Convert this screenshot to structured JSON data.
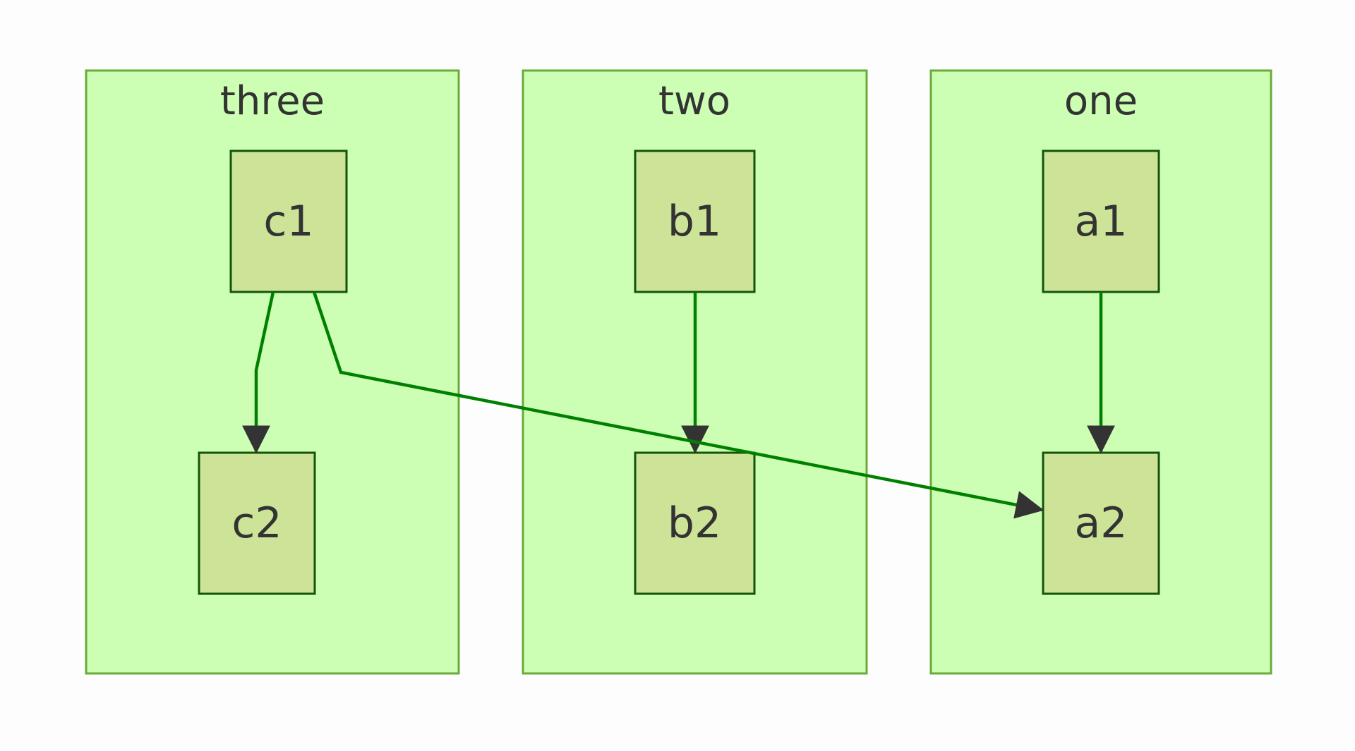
{
  "diagram": {
    "type": "flowchart",
    "direction": "top-to-bottom",
    "colors": {
      "background": "#fdfdfd",
      "subgraph_fill": "#ccffb3",
      "subgraph_border": "#6aaa3a",
      "node_fill": "#cde498",
      "node_border": "#13540c",
      "edge": "#008000",
      "arrowhead": "#333333",
      "text": "#333333"
    },
    "subgraphs": [
      {
        "id": "three",
        "title": "three",
        "nodes": [
          "c1",
          "c2"
        ]
      },
      {
        "id": "two",
        "title": "two",
        "nodes": [
          "b1",
          "b2"
        ]
      },
      {
        "id": "one",
        "title": "one",
        "nodes": [
          "a1",
          "a2"
        ]
      }
    ],
    "nodes": [
      {
        "id": "c1",
        "label": "c1"
      },
      {
        "id": "c2",
        "label": "c2"
      },
      {
        "id": "b1",
        "label": "b1"
      },
      {
        "id": "b2",
        "label": "b2"
      },
      {
        "id": "a1",
        "label": "a1"
      },
      {
        "id": "a2",
        "label": "a2"
      }
    ],
    "edges": [
      {
        "from": "c1",
        "to": "c2"
      },
      {
        "from": "c1",
        "to": "a2"
      },
      {
        "from": "b1",
        "to": "b2"
      },
      {
        "from": "a1",
        "to": "a2"
      }
    ]
  }
}
